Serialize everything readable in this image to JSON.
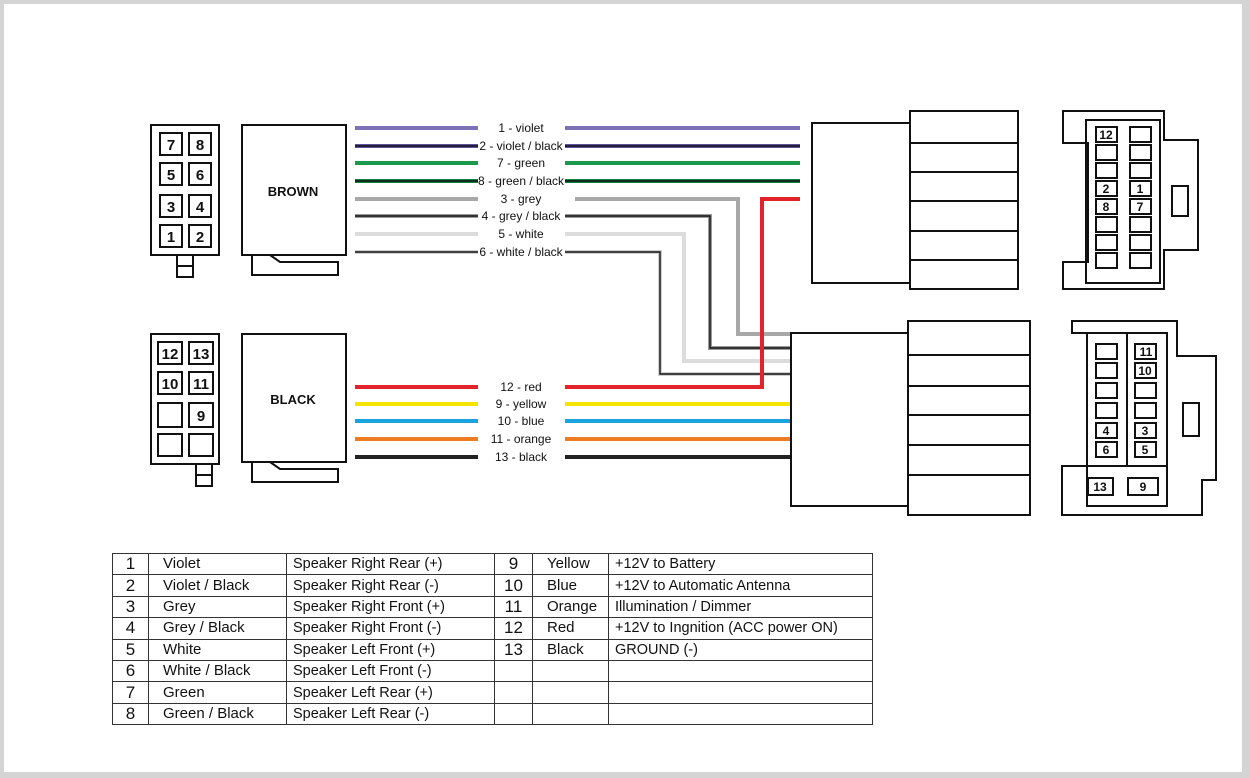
{
  "connectors": {
    "brown_label": "BROWN",
    "black_label": "BLACK"
  },
  "wires": [
    {
      "pin": 1,
      "label": "1 - violet",
      "color": "#7b72b8"
    },
    {
      "pin": 2,
      "label": "2 - violet / black",
      "color": "#5c52a0"
    },
    {
      "pin": 7,
      "label": "7 - green",
      "color": "#1a9a4a"
    },
    {
      "pin": 8,
      "label": "8 - green / black",
      "color": "#128040"
    },
    {
      "pin": 3,
      "label": "3 - grey",
      "color": "#a8a8a8"
    },
    {
      "pin": 4,
      "label": "4 - grey / black",
      "color": "#9a9a9a"
    },
    {
      "pin": 5,
      "label": "5 - white",
      "color": "#dcdcdc"
    },
    {
      "pin": 6,
      "label": "6 - white / black",
      "color": "#cfcfcf"
    },
    {
      "pin": 12,
      "label": "12 - red",
      "color": "#e3232b"
    },
    {
      "pin": 9,
      "label": "9 - yellow",
      "color": "#f5e400"
    },
    {
      "pin": 10,
      "label": "10 - blue",
      "color": "#1ba3df"
    },
    {
      "pin": 11,
      "label": "11 - orange",
      "color": "#ee7d22"
    },
    {
      "pin": 13,
      "label": "13 - black",
      "color": "#222222"
    }
  ],
  "left_pins": {
    "brown": [
      [
        "7",
        "8"
      ],
      [
        "5",
        "6"
      ],
      [
        "3",
        "4"
      ],
      [
        "1",
        "2"
      ]
    ],
    "black": [
      [
        "12",
        "13"
      ],
      [
        "10",
        "11"
      ],
      [
        "",
        "9"
      ],
      [
        "",
        ""
      ]
    ]
  },
  "right_pins": {
    "top": [
      "12",
      "2",
      "1",
      "8",
      "7"
    ],
    "bottom": [
      "11",
      "10",
      "4",
      "3",
      "6",
      "5",
      "13",
      "9"
    ]
  },
  "legend": [
    {
      "n": "1",
      "color": "Violet",
      "desc": "Speaker Right Rear (+)",
      "n2": "9",
      "color2": "Yellow",
      "desc2": "+12V to Battery"
    },
    {
      "n": "2",
      "color": "Violet / Black",
      "desc": "Speaker Right Rear (-)",
      "n2": "10",
      "color2": "Blue",
      "desc2": "+12V to Automatic Antenna"
    },
    {
      "n": "3",
      "color": "Grey",
      "desc": "Speaker Right Front (+)",
      "n2": "11",
      "color2": "Orange",
      "desc2": "Illumination / Dimmer"
    },
    {
      "n": "4",
      "color": "Grey / Black",
      "desc": "Speaker Right Front (-)",
      "n2": "12",
      "color2": "Red",
      "desc2": "+12V to Ingnition (ACC power ON)"
    },
    {
      "n": "5",
      "color": "White",
      "desc": "Speaker Left Front (+)",
      "n2": "13",
      "color2": "Black",
      "desc2": "GROUND (-)"
    },
    {
      "n": "6",
      "color": "White / Black",
      "desc": "Speaker Left Front (-)",
      "n2": "",
      "color2": "",
      "desc2": ""
    },
    {
      "n": "7",
      "color": "Green",
      "desc": "Speaker Left Rear (+)",
      "n2": "",
      "color2": "",
      "desc2": ""
    },
    {
      "n": "8",
      "color": "Green / Black",
      "desc": "Speaker Left Rear (-)",
      "n2": "",
      "color2": "",
      "desc2": ""
    }
  ]
}
